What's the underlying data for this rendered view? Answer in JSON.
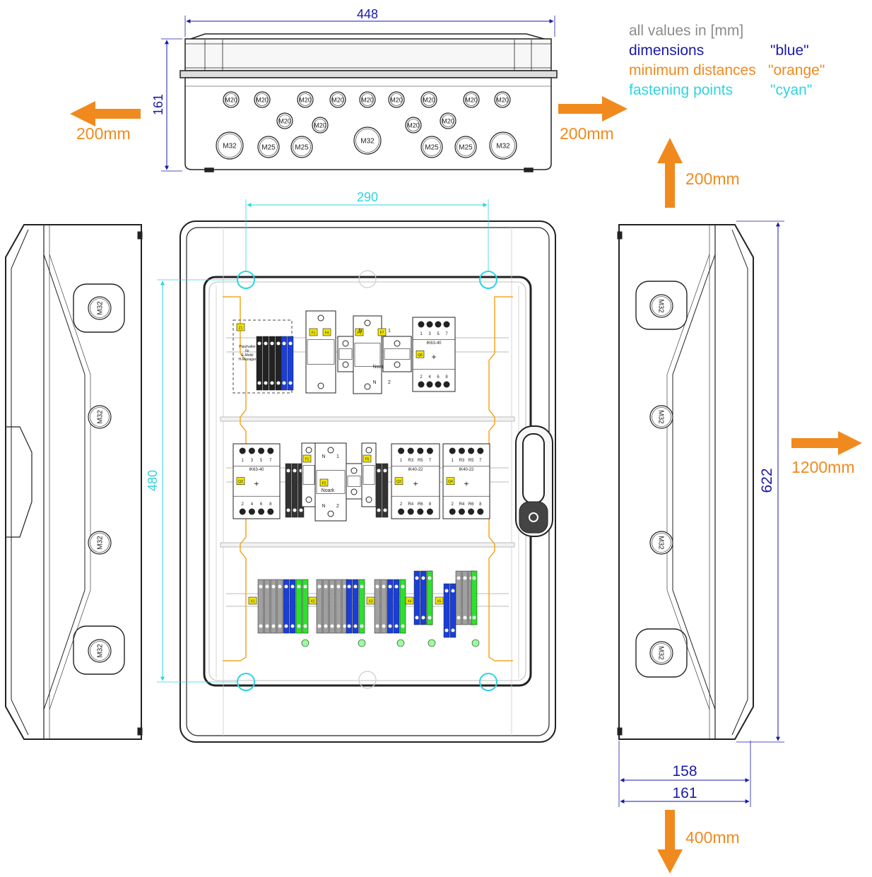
{
  "legend": {
    "title": "all values in [mm]",
    "dimensions_label": "dimensions",
    "dimensions_color_name": "\"blue\"",
    "min_dist_label": "minimum distances",
    "min_dist_color_name": "\"orange\"",
    "fastening_label": "fastening points",
    "fastening_color_name": "\"cyan\""
  },
  "colors": {
    "dimension": "#1a1aa8",
    "distance": "#f08a1e",
    "fastening": "#2fd4e0",
    "outline": "#222222",
    "label_yellow": "#f2e600",
    "terminal_blue": "#1a3ed8",
    "terminal_green": "#2ee02e",
    "terminal_grey": "#a0a0a0"
  },
  "dimensions": {
    "top_width": "448",
    "top_height": "161",
    "fastening_width": "290",
    "fastening_height": "480",
    "side_height": "622",
    "depth_inner": "158",
    "depth_outer": "161"
  },
  "distances": {
    "left": "200mm",
    "right": "200mm",
    "top": "200mm",
    "front": "1200mm",
    "bottom": "400mm"
  },
  "glands": {
    "top_row": [
      "M20",
      "M20",
      "M20",
      "M20",
      "M20",
      "M20",
      "M20",
      "M20",
      "M20"
    ],
    "middle_row": [
      "M20",
      "M20",
      "M20",
      "M20"
    ],
    "bottom_row": [
      "M32",
      "M25",
      "M25",
      "M32",
      "M25",
      "M25",
      "M32"
    ],
    "side": [
      "M32",
      "M32",
      "M32",
      "M32"
    ]
  },
  "devices": {
    "placeholder_lines": [
      "Platzhalter",
      "für",
      "E-Mobil",
      "H-Manager"
    ],
    "contactor_1": "IK63-40",
    "contactor_2": "IK63-40",
    "contactor_3": "IK40-22",
    "contactor_4": "IK40-22",
    "brand": "Noark",
    "tags": [
      "Z1",
      "F1",
      "F4",
      "F6",
      "F7",
      "Q6",
      "F1",
      "Q2",
      "F2",
      "F5",
      "Q3",
      "Q4",
      "X1",
      "X2",
      "X3",
      "X4",
      "X5"
    ],
    "contact_row_top_a": [
      "1",
      "3",
      "5",
      "7"
    ],
    "contact_row_bottom_a": [
      "2",
      "4",
      "6",
      "8"
    ],
    "contact_row_top_b": [
      "1",
      "R3",
      "R5",
      "7"
    ],
    "contact_row_bottom_b": [
      "2",
      "R4",
      "R6",
      "8"
    ],
    "n_label": "N",
    "one_label": "1",
    "two_label": "2"
  }
}
